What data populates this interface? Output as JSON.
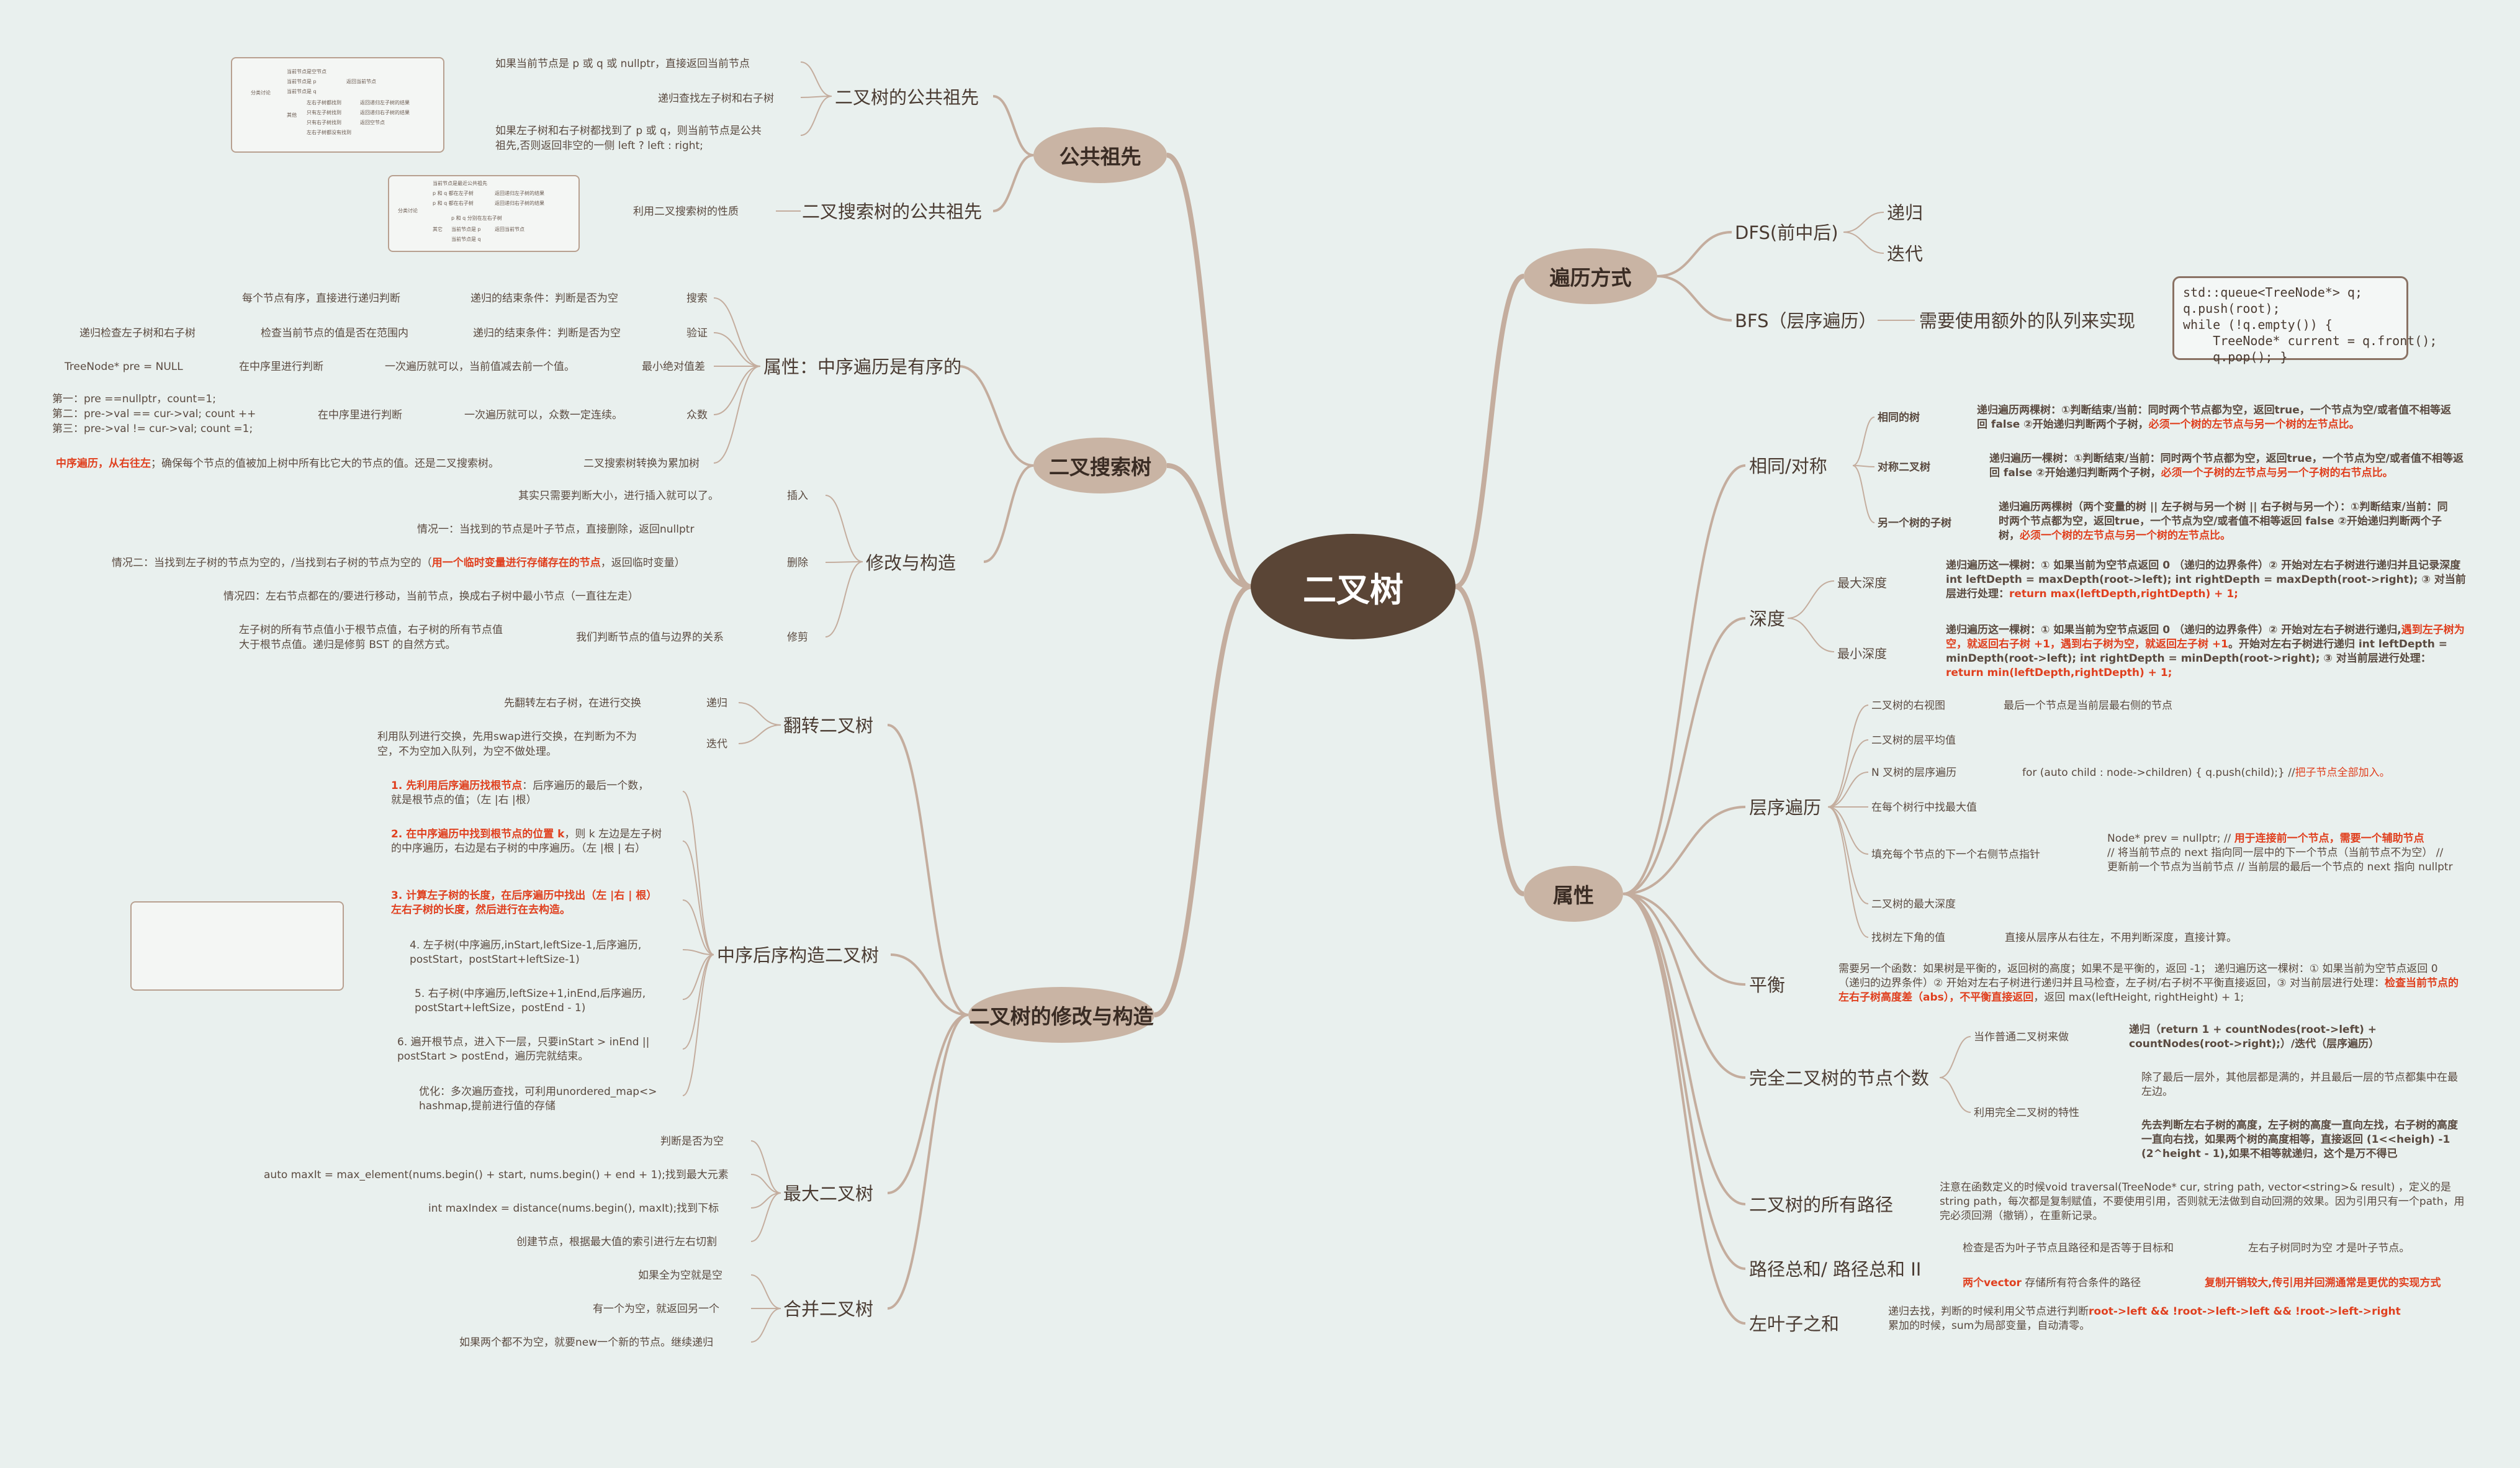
{
  "root": "二叉树",
  "main": {
    "ancestor": "公共祖先",
    "bst": "二叉搜索树",
    "modify": "二叉树的修改与构造",
    "traverse": "遍历方式",
    "props": "属性"
  },
  "ancestor": {
    "lca_title": "二叉树的公共祖先",
    "lca_1": "如果当前节点是 p 或 q 或 nullptr，直接返回当前节点",
    "lca_2": "递归查找左子树和右子树",
    "lca_3a": "如果左子树和右子树都找到了 p 或 q，则当前节点是公共",
    "lca_3b": "祖先,否则返回非空的一侧  left ? left : right;",
    "bst_lca_title": "二叉搜索树的公共祖先",
    "bst_lca_1": "利用二叉搜索树的性质",
    "thumb1": [
      "分类讨论",
      "当前节点是空节点",
      "当前节点是 p",
      "当前节点是 q",
      "其他",
      "左右子树都找到",
      "只有左子树找到",
      "只有右子树找到",
      "左右子树都没有找到",
      "返回当前节点",
      "返回当前节点",
      "返回递归左子树的结果",
      "返回递归右子树的结果",
      "返回空节点"
    ],
    "thumb2": [
      "分类讨论",
      "当前节点是最近公共祖先",
      "p 和 q 都在左子树",
      "p 和 q 都在右子树",
      "其它",
      "p 和 q 分别在左右子树",
      "当前节点是 p",
      "当前节点是 q",
      "返回递归左子树的结果",
      "返回递归右子树的结果",
      "返回当前节点"
    ]
  },
  "bst": {
    "order_title": "属性：中序遍历是有序的",
    "search": "搜索",
    "search_1": "递归的结束条件：判断是否为空",
    "search_2": "每个节点有序，直接进行递归判断",
    "verify": "验证",
    "verify_1": "递归的结束条件：判断是否为空",
    "verify_2": "检查当前节点的值是否在范围内",
    "verify_3": "递归检查左子树和右子树",
    "minabs": "最小绝对值差",
    "minabs_1": "一次遍历就可以，当前值减去前一个值。",
    "minabs_2": "在中序里进行判断",
    "minabs_3": "TreeNode* pre = NULL",
    "mode": "众数",
    "mode_1": "一次遍历就可以，众数一定连续。",
    "mode_2": "在中序里进行判断",
    "mode_3": [
      "第一：pre ==nullptr，count=1;",
      "第二：pre->val == cur->val; count ++",
      "第三：pre->val != cur->val; count =1;"
    ],
    "conv": "二叉搜索树转换为累加树",
    "conv_1_red": "中序遍历，从右往左",
    "conv_1": "；确保每个节点的值被加上树中所有比它大的节点的值。还是二叉搜索树。",
    "modify_title": "修改与构造",
    "insert": "插入",
    "insert_1": "其实只需要判断大小，进行插入就可以了。",
    "delete": "删除",
    "delete_1": "情况一：当找到的节点是叶子节点，直接删除，返回nullptr",
    "delete_2a": "情况二：当找到左子树的节点为空的，/当找到右子树的节点为空的（",
    "delete_2b": "用一个临时变量进行存储存在的节点",
    "delete_2c": "，返回临时变量）",
    "delete_3": "情况四：左右节点都在的/要进行移动，当前节点，换成右子树中最小节点（一直往左走）",
    "trim": "修剪",
    "trim_1": "我们判断节点的值与边界的关系",
    "trim_2a": "左子树的所有节点值小于根节点值，右子树的所有节点值",
    "trim_2b": "大于根节点值。递归是修剪 BST 的自然方式。"
  },
  "modify": {
    "invert": "翻转二叉树",
    "invert_rec": "递归",
    "invert_rec_1": "先翻转左右子树，在进行交换",
    "invert_iter": "迭代",
    "invert_iter_1a": "利用队列进行交换，先用swap进行交换，在判断为不为",
    "invert_iter_1b": "空，不为空加入队列，为空不做处理。",
    "build": "中序后序构造二叉树",
    "b1_red": "1. 先利用后序遍历找根节点",
    "b1": "：后序遍历的最后一个数，就是根节点的值；（左 |右 |根）",
    "b2_red": "2. 在中序遍历中找到根节点的位置 k",
    "b2": "，则 k 左边是左子树的中序遍历，右边是右子树的中序遍历。（左 |根 | 右）",
    "b3_red": "3. 计算左子树的长度，在后序遍历中找出（左 |右 | 根）左右子树的长度，然后进行在去构造。",
    "b4": "4. 左子树(中序遍历,inStart,leftSize-1,后序遍历, postStart，postStart+leftSize-1)",
    "b5": "5. 右子树(中序遍历,leftSize+1,inEnd,后序遍历, postStart+leftSize，postEnd - 1)",
    "b6": "6. 遍开根节点，进入下一层，只要inStart > inEnd || postStart > postEnd，遍历完就结束。",
    "b7": "优化：多次遍历查找，可利用unordered_map<> hashmap,提前进行值的存储",
    "max": "最大二叉树",
    "max_1": "判断是否为空",
    "max_2": "auto maxIt = max_element(nums.begin() + start, nums.begin() + end + 1);找到最大元素",
    "max_3": "int maxIndex = distance(nums.begin(), maxIt);找到下标",
    "max_4": "创建节点，根据最大值的索引进行左右切割",
    "merge": "合并二叉树",
    "merge_1": "如果全为空就是空",
    "merge_2": "有一个为空，就返回另一个",
    "merge_3": "如果两个都不为空，就要new一个新的节点。继续递归"
  },
  "traverse": {
    "dfs": "DFS(前中后)",
    "rec": "递归",
    "iter": "迭代",
    "bfs": "BFS（层序遍历）",
    "bfs_1": "需要使用额外的队列来实现",
    "code": [
      "std::queue<TreeNode*> q;",
      "q.push(root);",
      "while (!q.empty()) {",
      "    TreeNode* current = q.front();",
      "    q.pop(); }"
    ]
  },
  "props": {
    "sym": "相同/对称",
    "same": "相同的树",
    "same_1": "递归遍历两棵树：①判断结束/当前：同时两个节点都为空，返回true，一个节点为空/或者值不相等返回 false   ②开始递归判断两个子树，",
    "same_1r": "必须一个树的左节点与另一个树的左节点比。",
    "mirror": "对称二叉树",
    "mirror_1": "递归遍历一棵树：①判断结束/当前：同时两个节点都为空，返回true，一个节点为空/或者值不相等返回 false   ②开始递归判断两个子树，",
    "mirror_1r": "必须一个子树的左节点与另一个子树的右节点比。",
    "sub": "另一个树的子树",
    "sub_1": "递归遍历两棵树（两个变量的树 || 左子树与另一个树 || 右子树与另一个）：①判断结束/当前：同时两个节点都为空，返回true，一个节点为空/或者值不相等返回 false     ②开始递归判断两个子树，",
    "sub_1r": "必须一个树的左节点与另一个树的左节点比。",
    "depth": "深度",
    "maxd": "最大深度",
    "maxd_1": "递归遍历这一棵树：① 如果当前为空节点返回 0 （递归的边界条件）② 开始对左右子树进行递归并且记录深度 int leftDepth = maxDepth(root->left); int rightDepth = maxDepth(root->right); ③ 对当前层进行处理：",
    "maxd_1r": "return max(leftDepth,rightDepth) + 1;",
    "mind": "最小深度",
    "mind_1": "递归遍历这一棵树：① 如果当前为空节点返回 0 （递归的边界条件）② 开始对左右子树进行递归,",
    "mind_1r": "遇到左子树为空，就返回右子树 +1，遇到右子树为空，就返回左子树 +1",
    "mind_2": "。开始对左右子树进行递归 int leftDepth = minDepth(root->left); int rightDepth = minDepth(root->right); ③ 对当前层进行处理：",
    "mind_2r": "return min(leftDepth,rightDepth) + 1;",
    "level": "层序遍历",
    "lv_1": "二叉树的右视图",
    "lv_1a": "最后一个节点是当前层最右侧的节点",
    "lv_2": "二叉树的层平均值",
    "lv_3": "N 叉树的层序遍历",
    "lv_3a": "for (auto child : node->children) { q.push(child);}  //",
    "lv_3r": "把子节点全部加入。",
    "lv_4": "在每个树行中找最大值",
    "lv_5": "填充每个节点的下一个右侧节点指针",
    "lv_5a1": "Node* prev = nullptr;  // ",
    "lv_5r": "用于连接前一个节点，需要一个辅助节点",
    "lv_5a2": "// 将当前节点的 next 指向同一层中的下一个节点（当前节点不为空）  // 更新前一个节点为当前节点  // 当前层的最后一个节点的 next 指向 nullptr",
    "lv_6": "二叉树的最大深度",
    "lv_7": "找树左下角的值",
    "lv_7a": "直接从层序从右往左，不用判断深度，直接计算。",
    "balance": "平衡",
    "bal_1": "需要另一个函数：如果树是平衡的，返回树的高度；如果不是平衡的，返回 -1；  递归遍历这一棵树：① 如果当前为空节点返回 0 （递归的边界条件）② 开始对左右子树进行递归并且马检查，左子树/右子树不平衡直接返回，③ 对当前层进行处理：",
    "bal_1r": "检查当前节点的左右子树高度差（abs），不平衡直接返回",
    "bal_2": "，返回 max(leftHeight, rightHeight) + 1;",
    "count": "完全二叉树的节点个数",
    "cnt_1": "当作普通二叉树来做",
    "cnt_1a": "递归（return 1 + countNodes(root->left) + countNodes(root->right);）/迭代（层序遍历）",
    "cnt_2": "利用完全二叉树的特性",
    "cnt_2a": "除了最后一层外，其他层都是满的，并且最后一层的节点都集中在最左边。",
    "cnt_2b": "先去判断左右子树的高度，左子树的高度一直向左找，右子树的高度一直向右找，如果两个树的高度相等，直接返回 (1<<heigh) -1 (2^height - 1),如果不相等就递归，这个是万不得已",
    "paths": "二叉树的所有路径",
    "paths_1": "注意在函数定义的时候void traversal(TreeNode* cur, string path, vector<string>& result) ，定义的是string path，每次都是复制赋值，不要使用引用，否则就无法做到自动回溯的效果。因为引用只有一个path，用完必须回溯（撤销），在重新记录。",
    "pathsum": "路径总和/ 路径总和 II",
    "ps_1": "检查是否为叶子节点且路径和是否等于目标和",
    "ps_1a": "左右子树同时为空 才是叶子节点。",
    "ps_2r": "两个vector",
    "ps_2": " 存储所有符合条件的路径",
    "ps_2a": "复制开销较大,传引用并回溯通常是更优的实现方式",
    "left": "左叶子之和",
    "left_1": "递归去找，判断的时候利用父节点进行判断",
    "left_1r": "root->left && !root->left->left && !root->left->right",
    "left_2": "累加的时候，sum为局部变量，自动清零。"
  }
}
